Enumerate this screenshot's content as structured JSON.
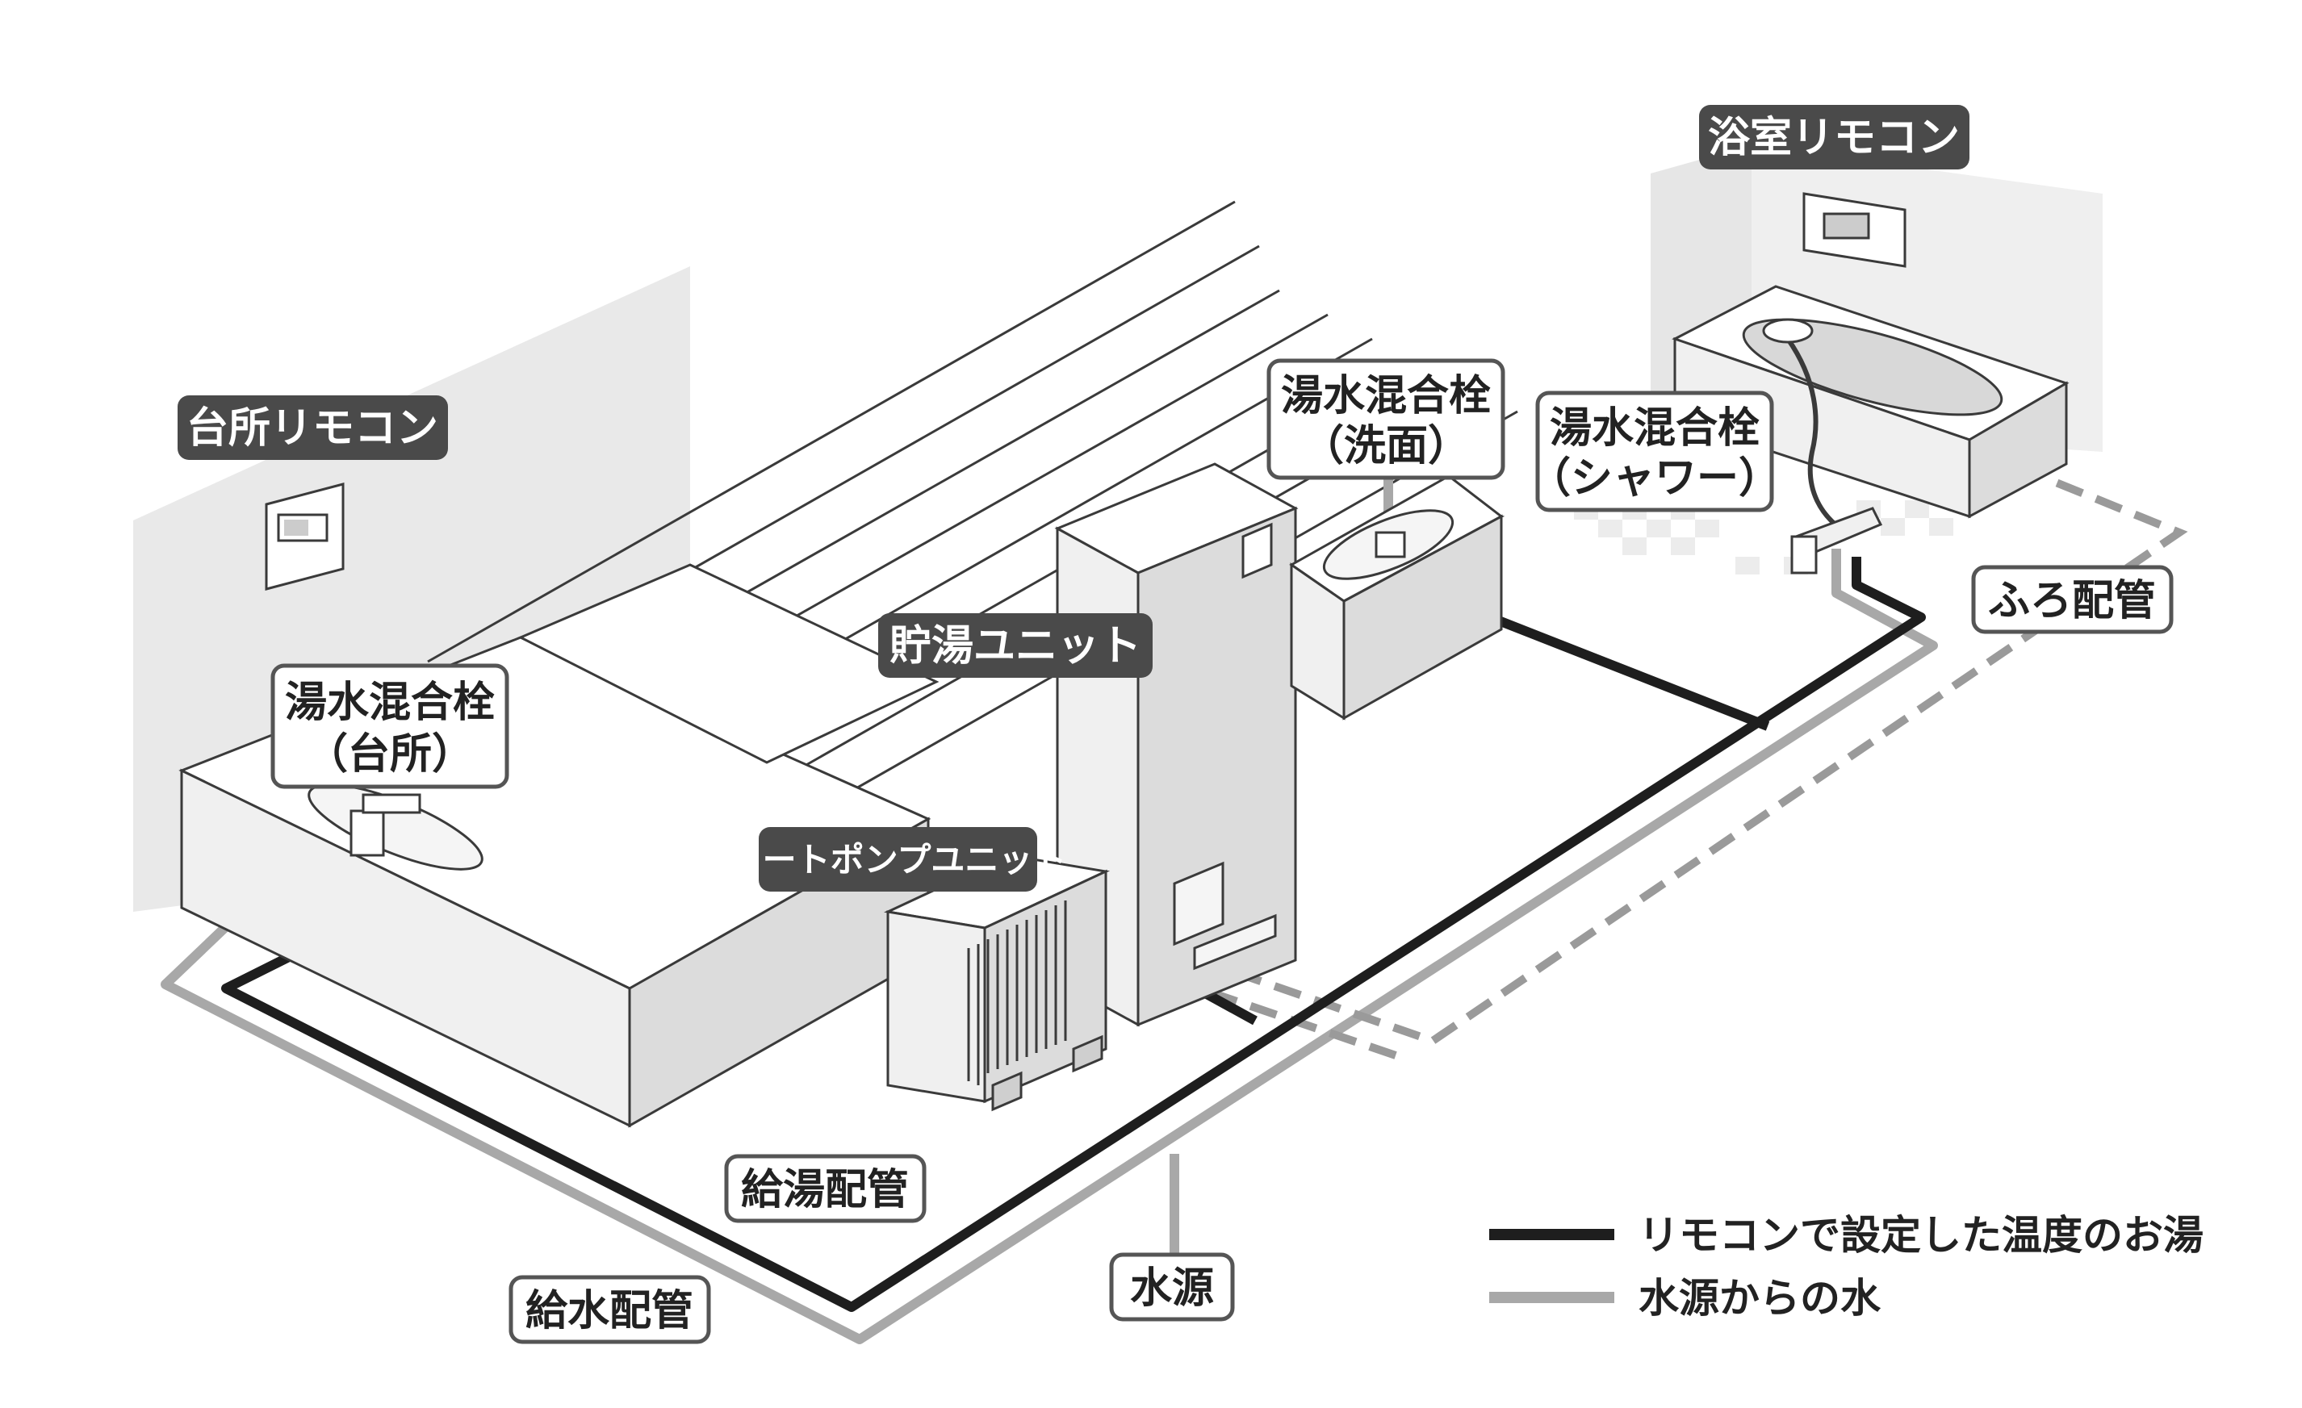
{
  "labels": {
    "kitchen_remote": "台所リモコン",
    "bath_remote": "浴室リモコン",
    "kitchen_faucet_line1": "湯水混合栓",
    "kitchen_faucet_line2": "（台所）",
    "washbasin_faucet_line1": "湯水混合栓",
    "washbasin_faucet_line2": "（洗面）",
    "shower_faucet_line1": "湯水混合栓",
    "shower_faucet_line2": "（シャワー）",
    "storage_unit": "貯湯ユニット",
    "heat_pump_unit": "ヒートポンプユニット",
    "bath_piping": "ふろ配管",
    "hot_water_piping": "給湯配管",
    "cold_water_piping": "給水配管",
    "water_source": "水源"
  },
  "legend": {
    "hot_label": "リモコンで設定した温度のお湯",
    "cold_label": "水源からの水",
    "hot_color": "#1e1e1e",
    "cold_color": "#a8a8a8"
  },
  "colors": {
    "tag_dark": "#4a4a4a",
    "tag_border": "#555555",
    "wall": "#e8e8e8",
    "bath_pipe": "#9a9a9a"
  }
}
